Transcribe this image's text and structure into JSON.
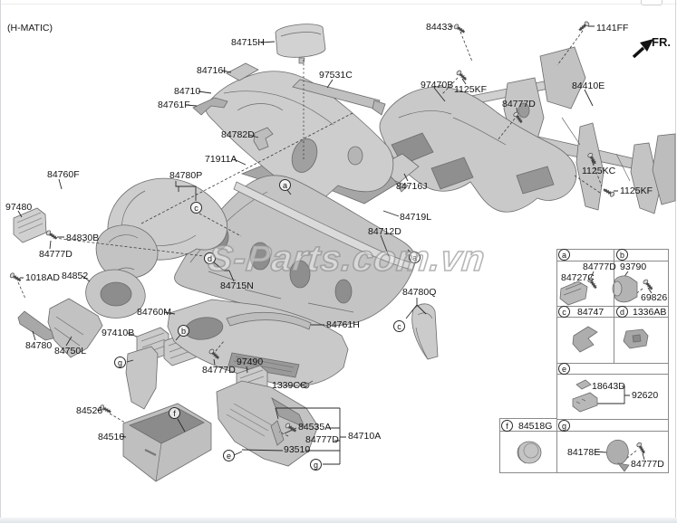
{
  "meta": {
    "variant_note": "(H-MATIC)",
    "direction_label": "FR."
  },
  "watermark": {
    "text": "S-Parts.com.vn"
  },
  "labels": {
    "hmatic": "(H-MATIC)",
    "l84715H": "84715H",
    "l84716I": "84716I",
    "l84710": "84710",
    "l84761F": "84761F",
    "l97531C": "97531C",
    "l84782D": "84782D",
    "l71911A": "71911A",
    "l84760F": "84760F",
    "l84780P": "84780P",
    "l84433": "84433",
    "l1141FF": "1141FF",
    "l97470B": "97470B",
    "l1125KF_a": "1125KF",
    "l84777D_top": "84777D",
    "l84410E": "84410E",
    "l1125KC": "1125KC",
    "l1125KF_b": "1125KF",
    "l84716J": "84716J",
    "l84719L": "84719L",
    "l84712D": "84712D",
    "l97480": "97480",
    "l84830B": "84830B",
    "l84777D_left": "84777D",
    "l1018AD": "1018AD",
    "l84852": "84852",
    "l84715N": "84715N",
    "l84760M": "84760M",
    "l84761H": "84761H",
    "l84780Q": "84780Q",
    "l97410B": "97410B",
    "l84780": "84780",
    "l84750L": "84750L",
    "l84777D_mid": "84777D",
    "l97490": "97490",
    "l1339CC": "1339CC",
    "l84526": "84526",
    "l84510": "84510",
    "l84535A": "84535A",
    "l84777D_bottom": "84777D",
    "l84710A": "84710A",
    "l93510": "93510"
  },
  "callouts": {
    "a": "a",
    "b": "b",
    "c": "c",
    "d": "d",
    "e": "e",
    "f": "f",
    "g": "g"
  },
  "legend": {
    "a": {
      "letter": "a",
      "part1": "84777D",
      "part2": "84727C"
    },
    "b": {
      "letter": "b",
      "part1": "93790",
      "part2": "69826"
    },
    "c": {
      "letter": "c",
      "part": "84747"
    },
    "d": {
      "letter": "d",
      "part": "1336AB"
    },
    "e": {
      "letter": "e",
      "part1": "18643D",
      "part2": "92620"
    },
    "f": {
      "letter": "f",
      "part": "84518G"
    },
    "g": {
      "letter": "g",
      "part1": "84178E",
      "part2": "84777D"
    }
  }
}
